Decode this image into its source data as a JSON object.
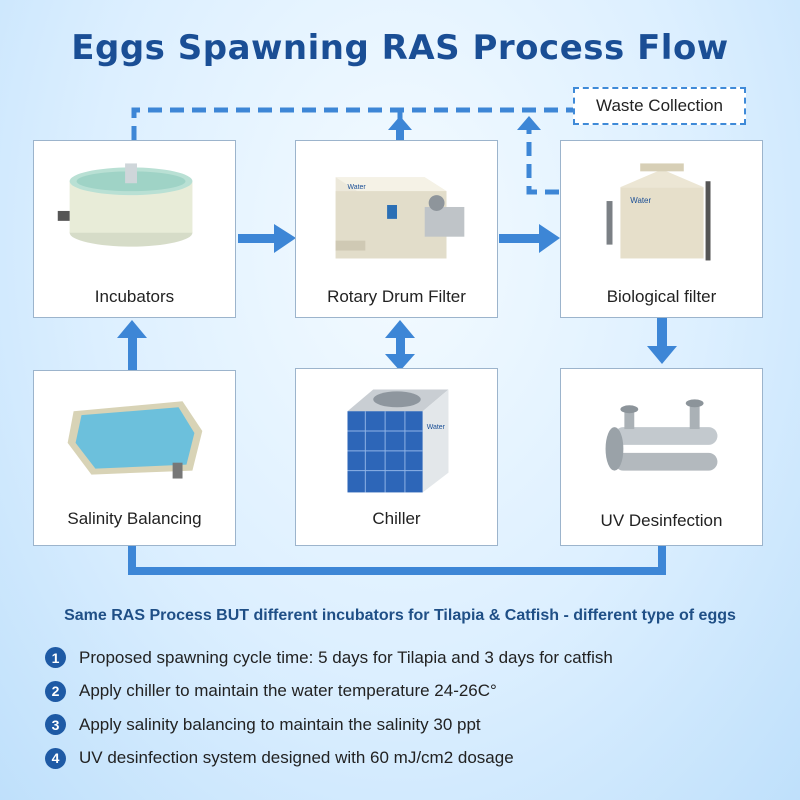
{
  "title": "Eggs Spawning RAS Process Flow",
  "waste_label": "Waste Collection",
  "nodes": {
    "incubators": "Incubators",
    "drum_filter": "Rotary Drum Filter",
    "bio_filter": "Biological filter",
    "salinity": "Salinity Balancing",
    "chiller": "Chiller",
    "uv": "UV Desinfection"
  },
  "brand": "Water",
  "heading": "Same RAS Process BUT different incubators for Tilapia & Catfish - different type of eggs",
  "notes": [
    {
      "num": "1",
      "text": "Proposed spawning cycle time: 5 days for Tilapia and 3 days for catfish"
    },
    {
      "num": "2",
      "text": "Apply chiller to maintain the water temperature 24-26C°"
    },
    {
      "num": "3",
      "text": "Apply salinity balancing to maintain the salinity 30 ppt"
    },
    {
      "num": "4",
      "text": "UV desinfection system designed with 60 mJ/cm2 dosage"
    }
  ],
  "colors": {
    "title": "#1a4e95",
    "arrow": "#3d86d6",
    "badge": "#1e5aa5"
  }
}
